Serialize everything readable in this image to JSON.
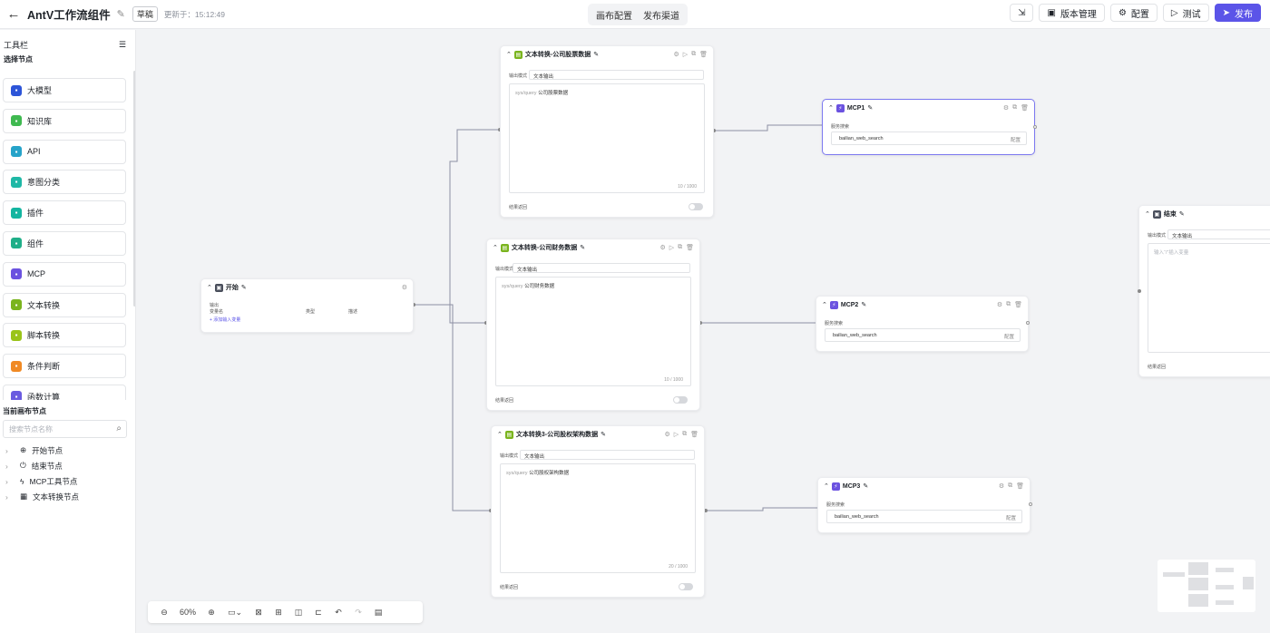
{
  "header": {
    "title": "AntV工作流组件",
    "badge": "草稿",
    "updated": "更新于：15:12:49",
    "tabs": [
      "画布配置",
      "发布渠道"
    ],
    "buttons": {
      "version": "版本管理",
      "config": "配置",
      "test": "测试",
      "publish": "发布"
    }
  },
  "sidebar": {
    "title": "工具栏",
    "section": "选择节点",
    "nodes": [
      {
        "label": "大模型",
        "color": "#2d55d8",
        "icon": "model-icon"
      },
      {
        "label": "知识库",
        "color": "#3fb950",
        "icon": "knowledge-icon"
      },
      {
        "label": "API",
        "color": "#26a3c9",
        "icon": "api-icon"
      },
      {
        "label": "意图分类",
        "color": "#1fb8a6",
        "icon": "intent-icon"
      },
      {
        "label": "插件",
        "color": "#13b5a0",
        "icon": "plugin-icon"
      },
      {
        "label": "组件",
        "color": "#1fae88",
        "icon": "component-icon"
      },
      {
        "label": "MCP",
        "color": "#6b52e0",
        "icon": "mcp-icon"
      },
      {
        "label": "文本转换",
        "color": "#7ab41e",
        "icon": "text-transform-icon"
      },
      {
        "label": "脚本转换",
        "color": "#9ac41a",
        "icon": "script-icon"
      },
      {
        "label": "条件判断",
        "color": "#f08a24",
        "icon": "condition-icon"
      },
      {
        "label": "函数计算",
        "color": "#6a5be0",
        "icon": "function-icon"
      }
    ],
    "current_title": "当前画布节点",
    "search_placeholder": "搜索节点名称",
    "tree": [
      {
        "label": "开始节点",
        "icon": "plus-circle-icon"
      },
      {
        "label": "结束节点",
        "icon": "power-icon"
      },
      {
        "label": "MCP工具节点",
        "icon": "bolt-icon"
      },
      {
        "label": "文本转换节点",
        "icon": "table-icon"
      }
    ]
  },
  "canvas": {
    "start": {
      "title": "开始",
      "output": "输出",
      "col1": "变量名",
      "col2": "类型",
      "col3": "描述",
      "add": "+ 添加输入变量"
    },
    "text1": {
      "title": "文本转换-公司股票数据",
      "mode_label": "输出模式",
      "mode": "文本输出",
      "var_prefix": "sys/query",
      "var": "公司股票数据",
      "count": "10 / 1000",
      "result": "结果返回"
    },
    "text2": {
      "title": "文本转换-公司财务数据",
      "mode_label": "输出模式",
      "mode": "文本输出",
      "var_prefix": "sys/query",
      "var": "公司财务数据",
      "count": "10 / 1000",
      "result": "结果返回"
    },
    "text3": {
      "title": "文本转换3-公司股权架构数据",
      "mode_label": "输出模式",
      "mode": "文本输出",
      "var_prefix": "sys/query",
      "var": "公司股权架构数据",
      "count": "20 / 1000",
      "result": "结果返回"
    },
    "mcp1": {
      "title": "MCP1",
      "label": "服务搜索",
      "value": "bailian_web_search",
      "cfg": "配置"
    },
    "mcp2": {
      "title": "MCP2",
      "label": "服务搜索",
      "value": "bailian_web_search",
      "cfg": "配置"
    },
    "mcp3": {
      "title": "MCP3",
      "label": "服务搜索",
      "value": "bailian_web_search",
      "cfg": "配置"
    },
    "end": {
      "title": "结束",
      "mode_label": "输出模式",
      "mode": "文本输出",
      "placeholder": "输入“/”插入变量",
      "result": "结果返回"
    }
  },
  "toolbar": {
    "zoom": "60%"
  }
}
